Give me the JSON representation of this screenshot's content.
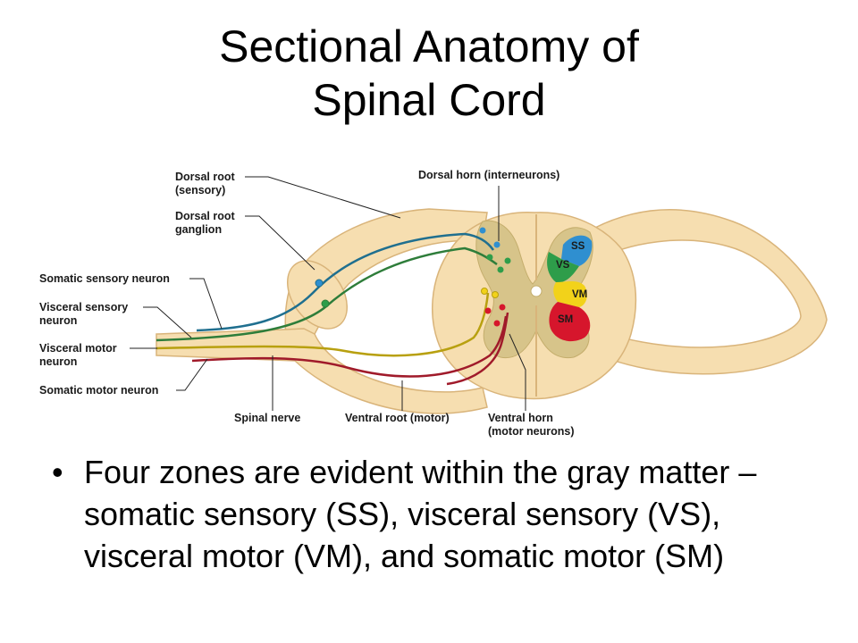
{
  "title": {
    "line1": "Sectional Anatomy of",
    "line2": "Spinal Cord"
  },
  "labels": {
    "dorsal_root_1": "Dorsal root",
    "dorsal_root_2": "(sensory)",
    "dorsal_root_ganglion_1": "Dorsal root",
    "dorsal_root_ganglion_2": "ganglion",
    "somatic_sensory_neuron": "Somatic sensory neuron",
    "visceral_sensory_neuron_1": "Visceral sensory",
    "visceral_sensory_neuron_2": "neuron",
    "visceral_motor_neuron_1": "Visceral motor",
    "visceral_motor_neuron_2": "neuron",
    "somatic_motor_neuron": "Somatic motor neuron",
    "dorsal_horn": "Dorsal horn (interneurons)",
    "spinal_nerve": "Spinal nerve",
    "ventral_root": "Ventral root (motor)",
    "ventral_horn_1": "Ventral horn",
    "ventral_horn_2": "(motor neurons)"
  },
  "zones": {
    "ss": "SS",
    "vs": "VS",
    "vm": "VM",
    "sm": "SM"
  },
  "colors": {
    "tissue": "#f6deb0",
    "tissue_outline": "#d9b47a",
    "gray_matter": "#d7c48a",
    "ss": "#2f8fd0",
    "vs": "#2e9d4a",
    "vm": "#f2d21a",
    "sm": "#d6162c",
    "somatic_sensory": "#1f6f8f",
    "visceral_sensory": "#2e7d3a",
    "visceral_motor": "#b8a010",
    "somatic_motor": "#a01a2a"
  },
  "bullet": {
    "symbol": "•",
    "text": "Four zones are evident within the gray matter – somatic sensory (SS), visceral sensory (VS), visceral motor (VM), and somatic motor (SM)"
  }
}
